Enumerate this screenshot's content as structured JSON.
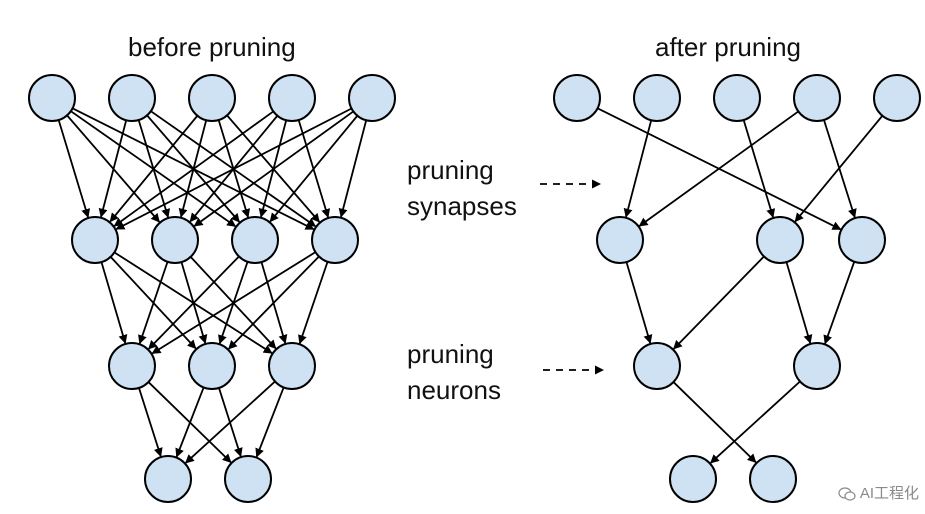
{
  "diagram": {
    "left_title": "before pruning",
    "right_title": "after pruning",
    "synapses_label": [
      "pruning",
      "synapses"
    ],
    "neurons_label": [
      "pruning",
      "neurons"
    ],
    "watermark": "AI工程化",
    "colors": {
      "node_fill": "#cfe2f3",
      "node_stroke": "#000000",
      "edge": "#000000"
    }
  }
}
